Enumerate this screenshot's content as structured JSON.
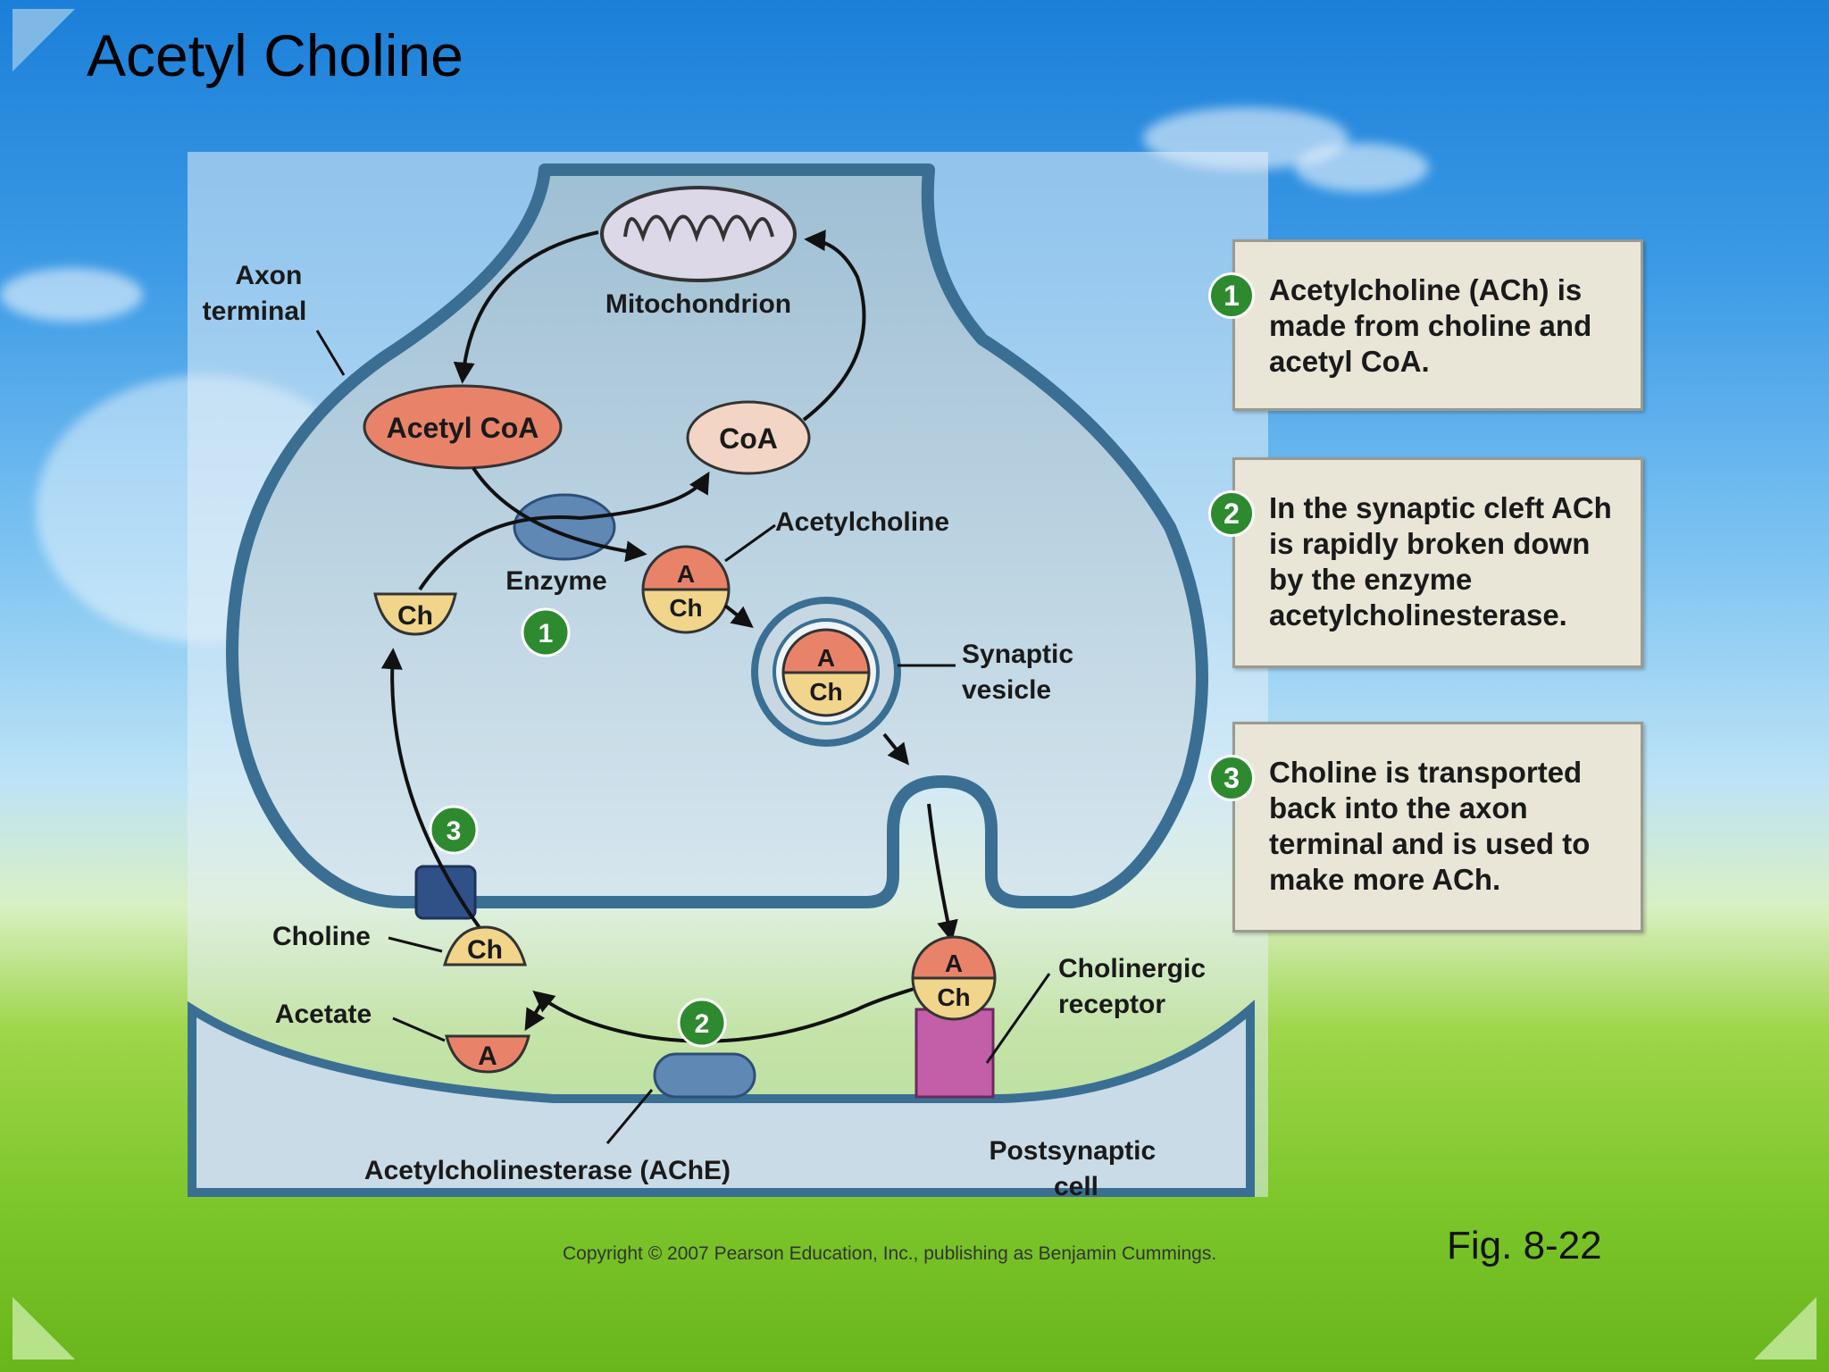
{
  "slide": {
    "title": "Acetyl Choline",
    "figure_label": "Fig. 8-22",
    "copyright": "Copyright © 2007 Pearson Education, Inc., publishing as Benjamin Cummings."
  },
  "diagram": {
    "axon_terminal": "Axon\nterminal",
    "mitochondrion": "Mitochondrion",
    "acetyl_coa": "Acetyl CoA",
    "coa": "CoA",
    "enzyme": "Enzyme",
    "acetylcholine": "Acetylcholine",
    "synaptic_vesicle": "Synaptic\nvesicle",
    "choline": "Choline",
    "acetate": "Acetate",
    "ache": "Acetylcholinesterase (AChE)",
    "cholinergic_receptor": "Cholinergic\nreceptor",
    "postsynaptic_cell": "Postsynaptic\ncell",
    "a_letter": "A",
    "ch_letters": "Ch",
    "step1": "1",
    "step2": "2",
    "step3": "3"
  },
  "steps": [
    {
      "number": "1",
      "bold": "Acetylcholine",
      "text": " (ACh) is made from choline and acetyl CoA."
    },
    {
      "number": "2",
      "text": "In the synaptic cleft ACh is rapidly broken down by the enzyme ",
      "bold": "acetylcholinesterase."
    },
    {
      "number": "3",
      "text": "Choline is transported back into the axon terminal and is used to make more ACh."
    }
  ],
  "colors": {
    "cell_fill": "#a9c4d6",
    "membrane": "#3a6f93",
    "acetyl_coa": "#e8836a",
    "coa": "#f2d5c4",
    "choline": "#f0d58a",
    "enzyme": "#5f88b5",
    "step_badge": "#2e8a2e",
    "receptor": "#c25fa8"
  }
}
